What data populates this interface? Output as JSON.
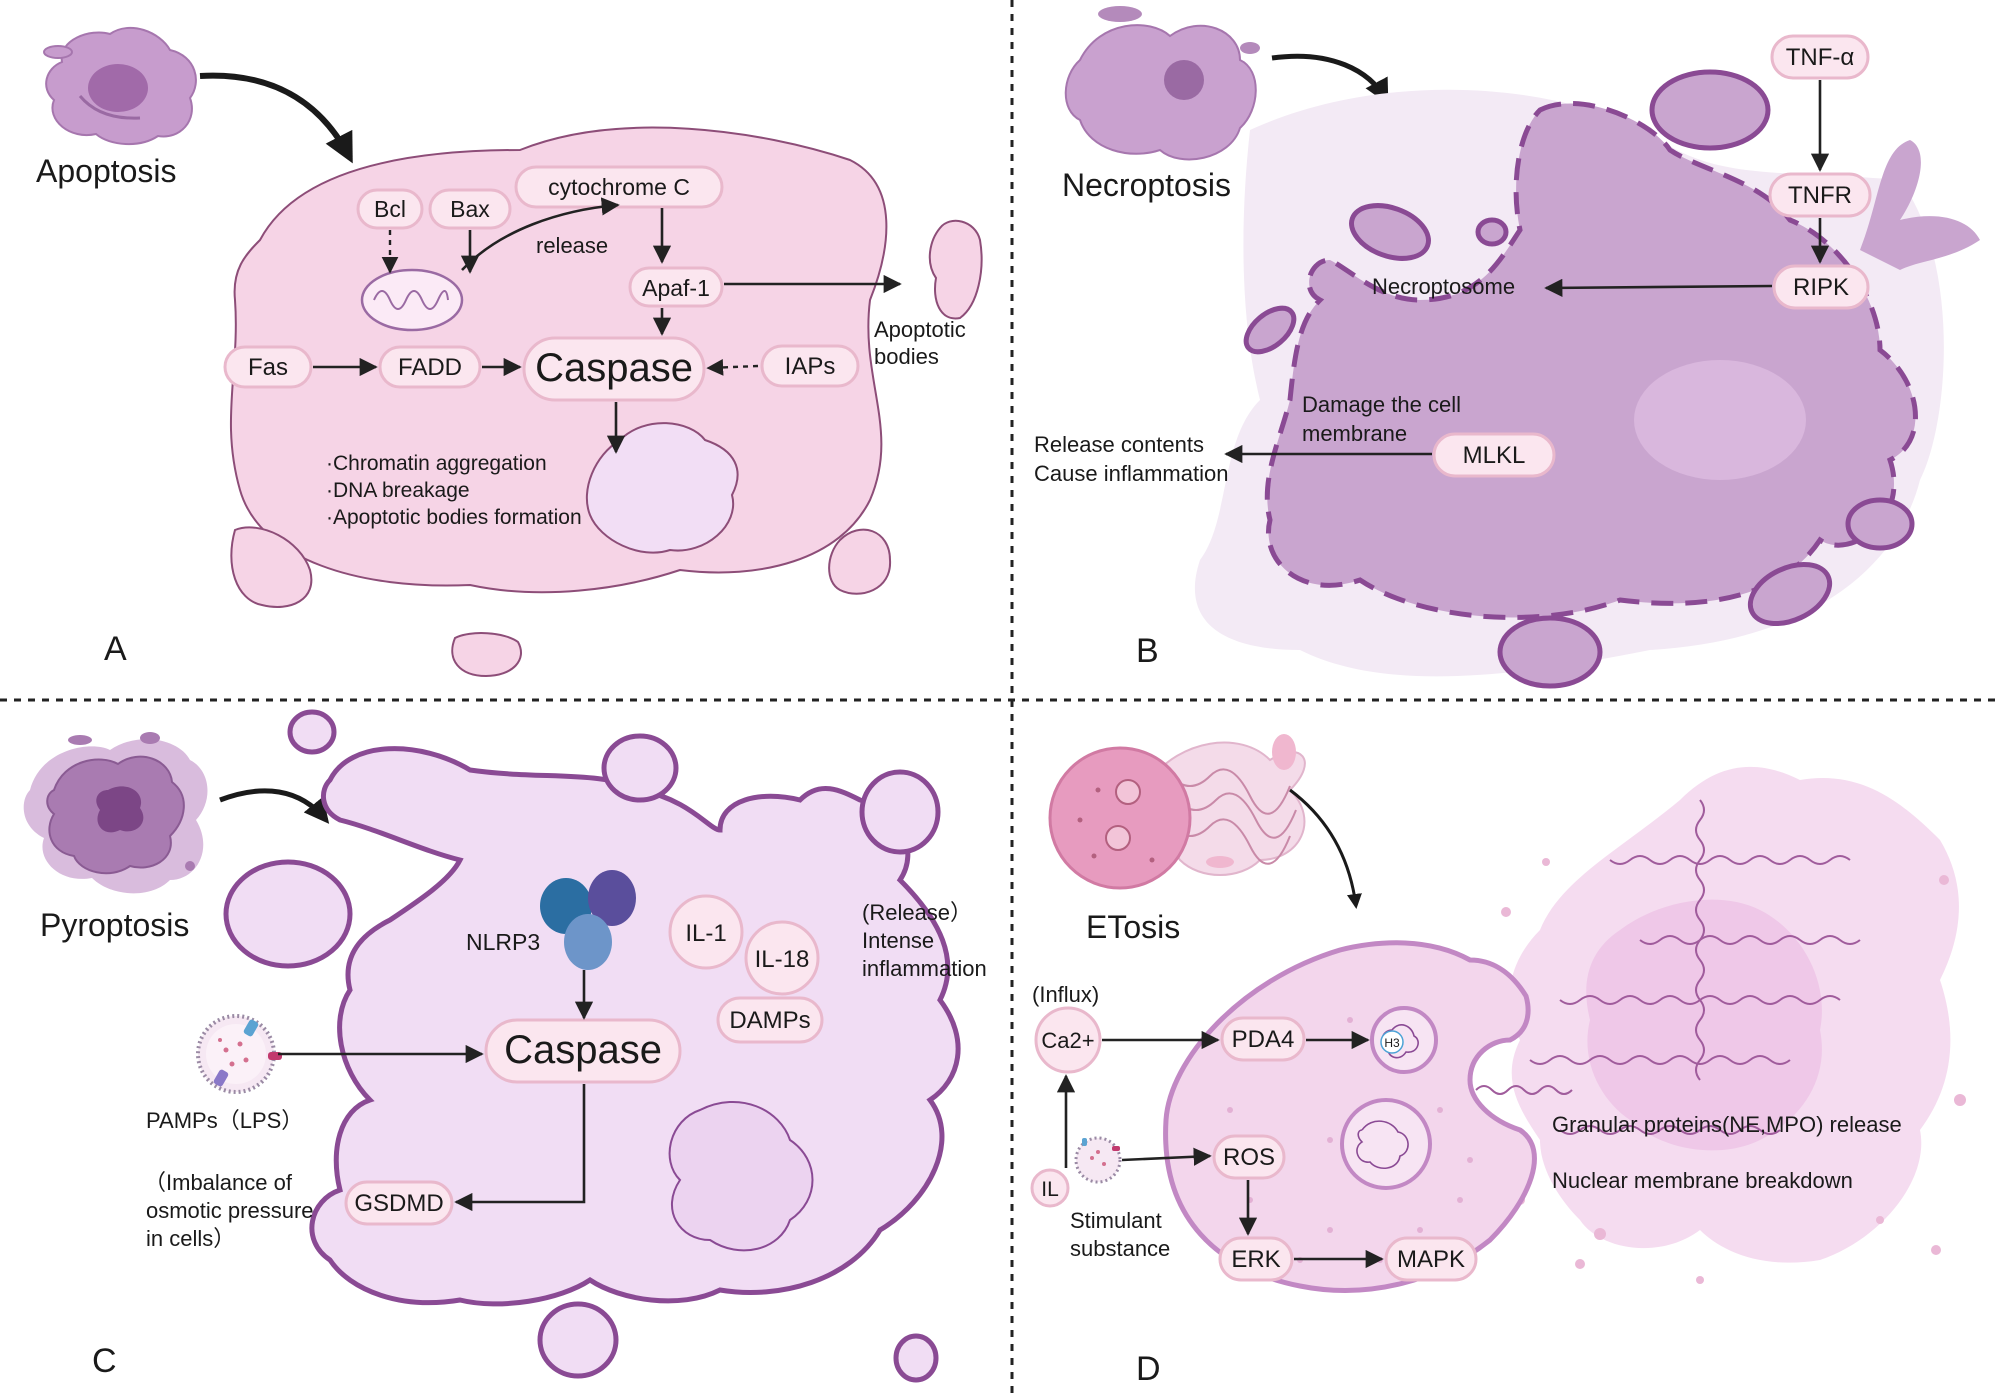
{
  "panels": {
    "a": {
      "letter": "A",
      "title": "Apoptosis",
      "nodes": {
        "bcl": "Bcl",
        "bax": "Bax",
        "cytochrome": "cytochrome C",
        "release": "release",
        "apaf": "Apaf-1",
        "fas": "Fas",
        "fadd": "FADD",
        "caspase": "Caspase",
        "iaps": "IAPs"
      },
      "apoptotic_bodies": [
        "Apoptotic",
        "bodies"
      ],
      "features": [
        "·Chromatin aggregation",
        "·DNA breakage",
        "·Apoptotic bodies formation"
      ]
    },
    "b": {
      "letter": "B",
      "title": "Necroptosis",
      "nodes": {
        "tnf": "TNF-α",
        "tnfr": "TNFR",
        "ripk": "RIPK",
        "mlkl": "MLKL"
      },
      "necroptosome": "Necroptosome",
      "damage": [
        "Damage the cell",
        "membrane"
      ],
      "release": [
        "Release contents",
        "Cause inflammation"
      ]
    },
    "c": {
      "letter": "C",
      "title": "Pyroptosis",
      "nodes": {
        "nlrp3": "NLRP3",
        "caspase": "Caspase",
        "il1": "IL-1",
        "il18": "IL-18",
        "damps": "DAMPs",
        "gsdmd": "GSDMD"
      },
      "pamps": "PAMPs（LPS）",
      "release": [
        "(Release）",
        "Intense",
        "inflammation"
      ],
      "imbalance": [
        "（Imbalance of",
        "osmotic pressure",
        "in cells）"
      ]
    },
    "d": {
      "letter": "D",
      "title": "ETosis",
      "nodes": {
        "ca2": "Ca2+",
        "pda4": "PDA4",
        "h3": "H3",
        "ros": "ROS",
        "erk": "ERK",
        "mapk": "MAPK",
        "il": "IL"
      },
      "influx": "(Influx)",
      "stimulant": [
        "Stimulant",
        "substance"
      ],
      "granular": "Granular proteins(NE,MPO) release",
      "nuclear": "Nuclear membrane breakdown"
    }
  },
  "colors": {
    "apoptosis_cell": "#f6d4e6",
    "necroptosis_cell": "#c9a5cf",
    "pyroptosis_cell": "#f1ddf4",
    "etosis_cell": "#f3d6ec",
    "outline_purple": "#8a4a94",
    "pill_fill": "#fbe6ef",
    "pill_stroke": "#e9b8cc"
  }
}
